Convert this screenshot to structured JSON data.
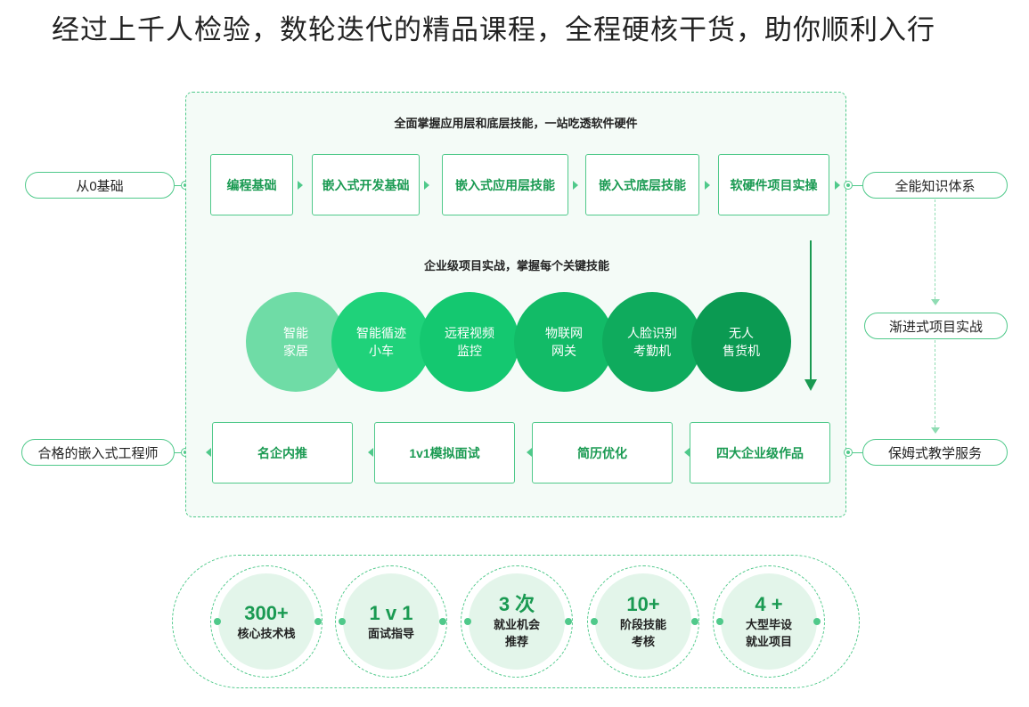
{
  "headline": "经过上千人检验，数轮迭代的精品课程，全程硬核干货，助你顺利入行",
  "section1": {
    "title": "全面掌握应用层和底层技能，一站吃透软件硬件",
    "steps": [
      "编程基础",
      "嵌入式开发基础",
      "嵌入式应用层技能",
      "嵌入式底层技能",
      "软硬件项目实操"
    ]
  },
  "section2": {
    "title": "企业级项目实战，掌握每个关键技能",
    "projects": [
      {
        "line1": "智能",
        "line2": "家居",
        "color": "#6fdca6"
      },
      {
        "line1": "智能循迹",
        "line2": "小车",
        "color": "#1fd27a"
      },
      {
        "line1": "远程视频",
        "line2": "监控",
        "color": "#14c870"
      },
      {
        "line1": "物联网",
        "line2": "网关",
        "color": "#12bb67"
      },
      {
        "line1": "人脸识别",
        "line2": "考勤机",
        "color": "#0fab5d"
      },
      {
        "line1": "无人",
        "line2": "售货机",
        "color": "#0b9a52"
      }
    ]
  },
  "section3": {
    "steps": [
      "名企内推",
      "1v1模拟面试",
      "简历优化",
      "四大企业级作品"
    ]
  },
  "side": {
    "start": "从0基础",
    "end": "合格的嵌入式工程师",
    "right_top": "全能知识体系",
    "right_mid": "渐进式项目实战",
    "right_bottom": "保姆式教学服务"
  },
  "stats": [
    {
      "num": "300+",
      "lines": [
        "核心技术栈"
      ]
    },
    {
      "num": "1 v 1",
      "lines": [
        "面试指导"
      ]
    },
    {
      "num": "3 次",
      "lines": [
        "就业机会",
        "推荐"
      ]
    },
    {
      "num": "10+",
      "lines": [
        "阶段技能",
        "考核"
      ]
    },
    {
      "num": "4 +",
      "lines": [
        "大型毕设",
        "就业项目"
      ]
    }
  ],
  "colors": {
    "accent": "#4fc98a",
    "accent_dark": "#1a9a52",
    "panel_bg": "#f4fbf7"
  }
}
